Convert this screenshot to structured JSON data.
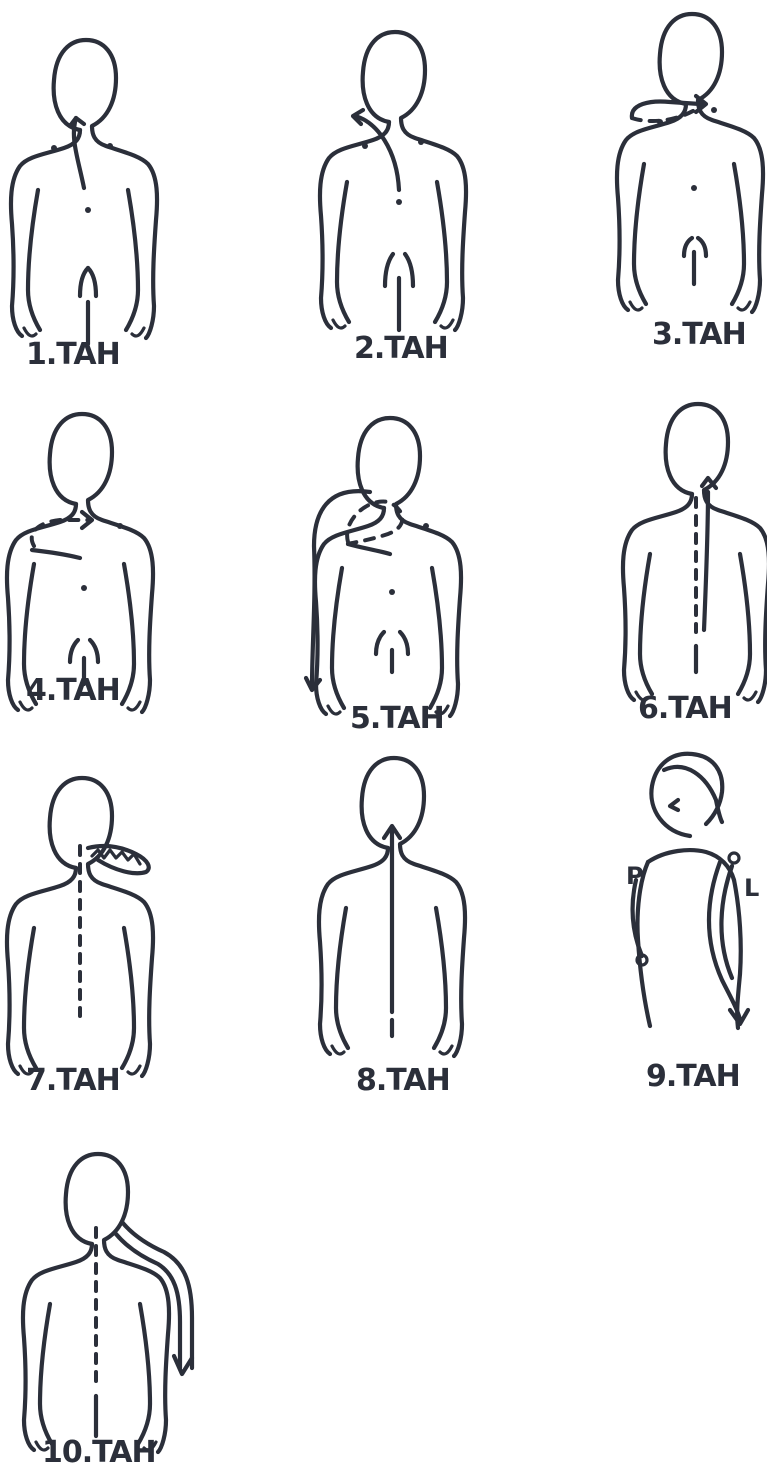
{
  "panels": [
    {
      "caption": "1.TAH"
    },
    {
      "caption": "2.TAH"
    },
    {
      "caption": "3.TAH"
    },
    {
      "caption": "4.TAH"
    },
    {
      "caption": "5.TAH"
    },
    {
      "caption": "6.TAH"
    },
    {
      "caption": "7.TAH"
    },
    {
      "caption": "8.TAH"
    },
    {
      "caption": "9.TAH",
      "left_marker": "P",
      "right_marker": "L"
    },
    {
      "caption": "10.TAH"
    }
  ],
  "colors": {
    "ink": "#2b2f3a",
    "paper": "#ffffff"
  }
}
